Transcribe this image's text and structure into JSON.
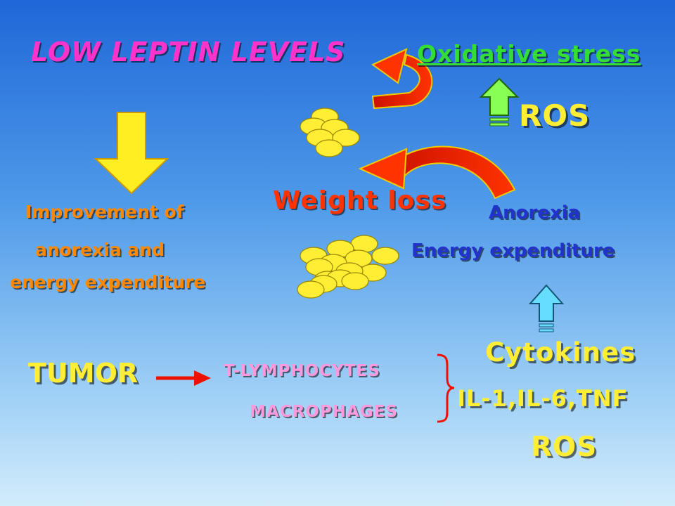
{
  "labels": {
    "low_leptin": "LOW LEPTIN LEVELS",
    "oxidative_stress": "Oxidative stress",
    "ros_top": "ROS",
    "weight_loss": "Weight loss",
    "improvement_line1": "Improvement of",
    "improvement_line2": "anorexia and",
    "improvement_line3": "energy expenditure",
    "anorexia": "Anorexia",
    "energy_expenditure": "Energy expenditure",
    "tumor": "TUMOR",
    "t_lymphocytes": "T-LYMPHOCYTES",
    "macrophages": "MACROPHAGES",
    "cytokines": "Cytokines",
    "interleukins": "IL-1,IL-6,TNF",
    "ros_bottom": "ROS"
  },
  "colors": {
    "magenta": "#ff33cc",
    "green": "#33dd33",
    "yellow": "#ffee33",
    "red": "#ff3300",
    "orange": "#ff8800",
    "blue": "#2233cc",
    "pink": "#ff99dd",
    "fat_cell": "#ffee33",
    "up_arrow_green": "#88ff55",
    "up_arrow_cyan": "#66ddff"
  },
  "icons": {
    "down_arrow": "block-arrow-down-icon",
    "curved_arrow_top": "curved-arrow-icon",
    "curved_arrow_middle": "curved-arrow-icon",
    "up_arrow_green": "striped-up-arrow-icon",
    "up_arrow_cyan": "striped-up-arrow-icon",
    "right_arrow": "right-arrow-icon",
    "brace": "curly-brace-icon",
    "fat_cells": "fat-cell-cluster-icon"
  }
}
